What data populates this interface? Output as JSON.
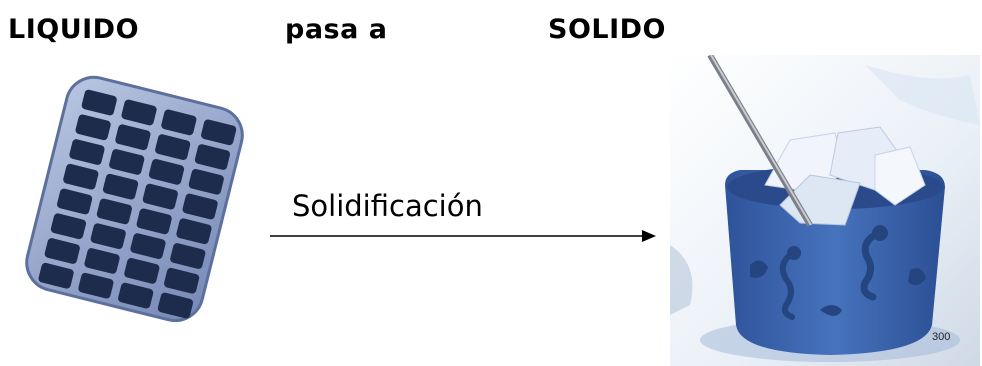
{
  "headings": {
    "state_from": "LIQUIDO",
    "connector": "pasa a",
    "state_to": "SOLIDO"
  },
  "process": {
    "label": "Solidificación"
  },
  "images": {
    "right_image_number": "300"
  },
  "colors": {
    "tray_body": "#8fa1c8",
    "tray_cell": "#1d2b4c",
    "bucket_blue": "#3d67b0",
    "ice": "#eef3fb"
  },
  "icons": {
    "left": "ice-cube-tray-icon",
    "right": "ice-bucket-icon",
    "arrow": "arrow-right-icon"
  }
}
